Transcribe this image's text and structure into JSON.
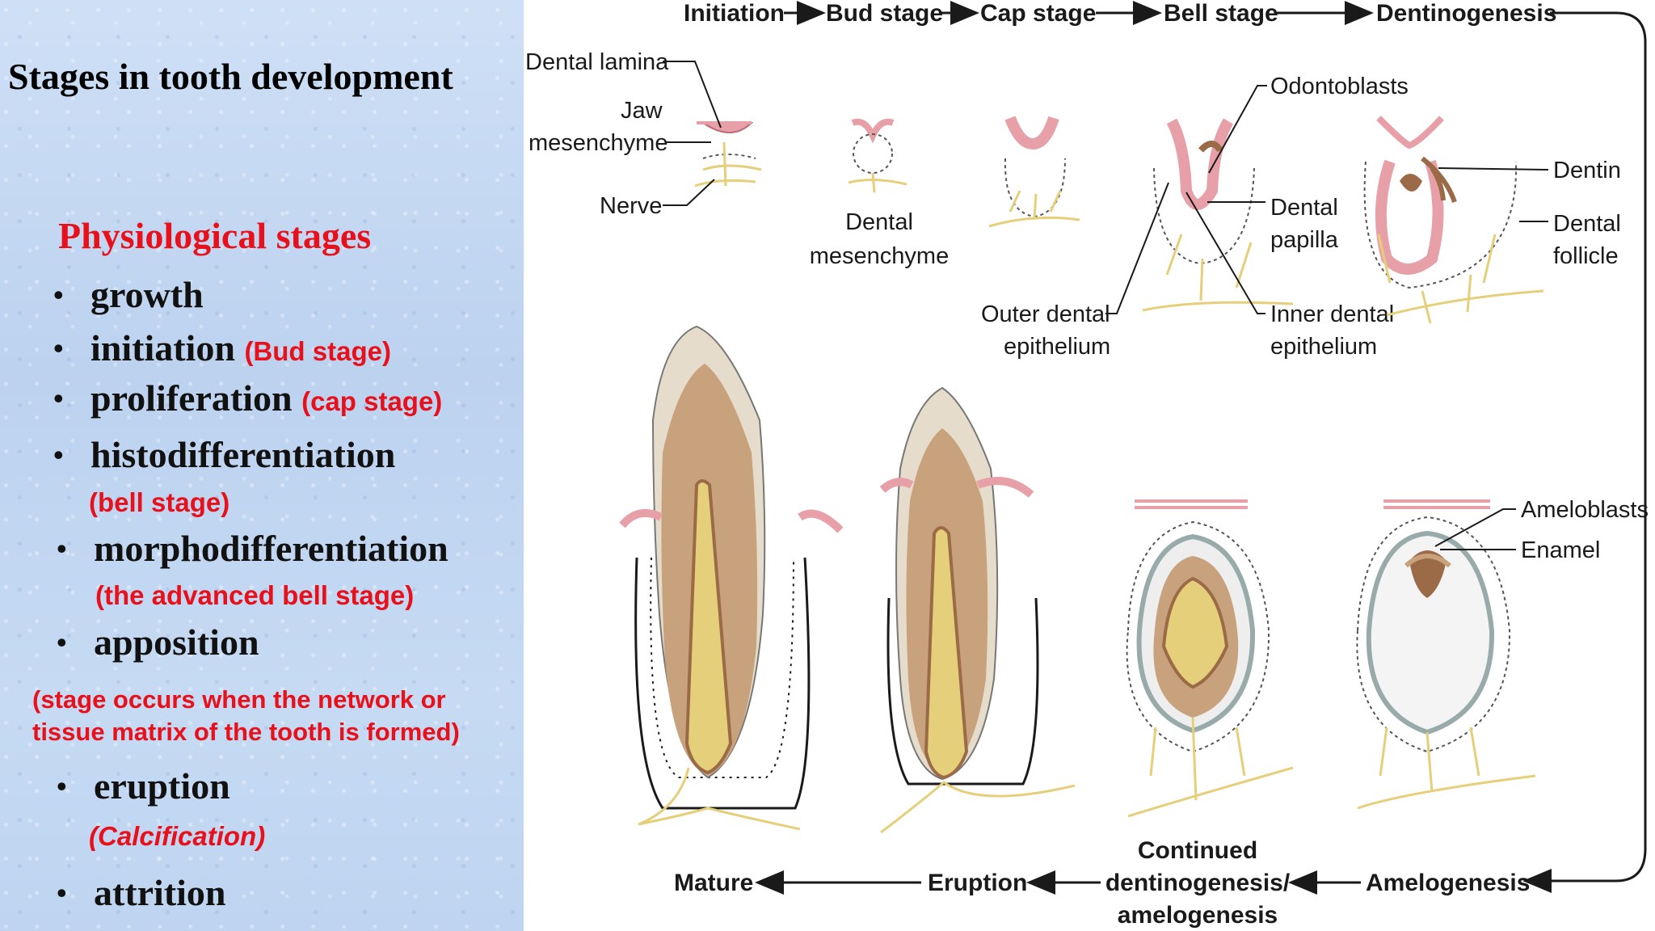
{
  "slide": {
    "title": "Stages in tooth development",
    "subtitle": "Physiological stages",
    "items": [
      {
        "label": "growth",
        "note": ""
      },
      {
        "label": "initiation",
        "note": "(Bud stage)"
      },
      {
        "label": "proliferation",
        "note": "(cap stage)"
      },
      {
        "label": "histodifferentiation",
        "note": "(bell stage)"
      },
      {
        "label": "morphodifferentiation",
        "note": "(the advanced bell stage)"
      },
      {
        "label": "apposition",
        "note": "(stage occurs when the network or"
      },
      {
        "label": "eruption",
        "note": "(Calcification)"
      },
      {
        "label": "attrition",
        "note": ""
      }
    ],
    "apposition_note_line2": "tissue matrix of the tooth is formed)"
  },
  "diagram": {
    "flow_top": [
      "Initiation",
      "Bud stage",
      "Cap stage",
      "Bell stage",
      "Dentinogenesis"
    ],
    "flow_bottom": [
      "Mature",
      "Eruption",
      "Continued",
      "dentinogenesis/",
      "amelogenesis",
      "Amelogenesis"
    ],
    "labels": {
      "dental_lamina": "Dental lamina",
      "jaw": "Jaw",
      "mesenchyme": "mesenchyme",
      "nerve": "Nerve",
      "dental": "Dental",
      "dental_mesenchyme2": "mesenchyme",
      "odontoblasts": "Odontoblasts",
      "dental_papilla1": "Dental",
      "dental_papilla2": "papilla",
      "outer_dental1": "Outer dental",
      "outer_dental2": "epithelium",
      "inner_dental1": "Inner dental",
      "inner_dental2": "epithelium",
      "dentin": "Dentin",
      "dental_follicle1": "Dental",
      "dental_follicle2": "follicle",
      "ameloblasts": "Ameloblasts",
      "enamel": "Enamel"
    },
    "colors": {
      "epithelium_pink": "#e8a0a8",
      "nerve_yellow": "#e6cf7a",
      "dentin_brown": "#9b6a47",
      "crown_tan": "#c8a27c",
      "enamel_beige": "#e6dccb"
    }
  }
}
